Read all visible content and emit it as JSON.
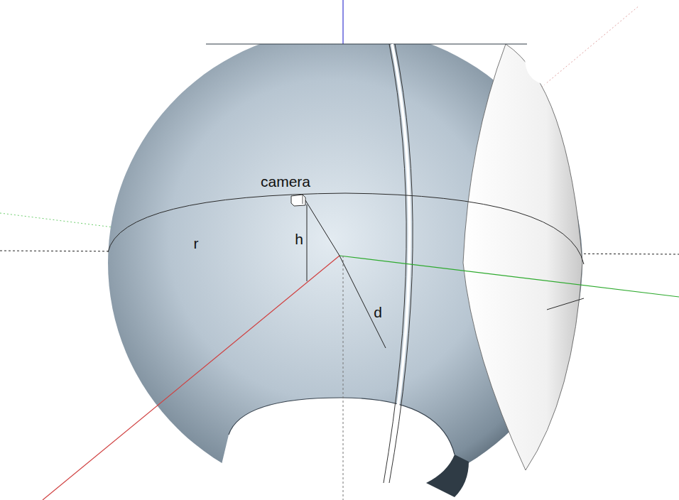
{
  "diagram": {
    "labels": [
      "camera",
      "r",
      "h",
      "d"
    ]
  }
}
